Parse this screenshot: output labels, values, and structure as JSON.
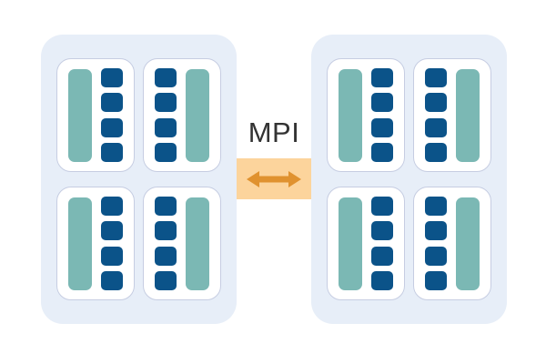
{
  "diagram": {
    "title": "MPI between two multi-core nodes",
    "link": {
      "label": "MPI",
      "arrow_icon": "double-headed-arrow-icon",
      "direction": "bidirectional",
      "box_color": "#fcd49c",
      "arrow_color": "#e0922f",
      "label_color": "#333333"
    },
    "colors": {
      "node_panel": "#e7eef8",
      "socket_card": "#ffffff",
      "socket_border": "#c6cde2",
      "memory_bar": "#7bb8b4",
      "core": "#0b5389",
      "background": "#ffffff"
    },
    "nodes": [
      {
        "id": "node-left",
        "sockets": [
          {
            "id": "socket-left-top-left",
            "memory_bars": 1,
            "cores": 4,
            "layout": "memory-left"
          },
          {
            "id": "socket-left-top-right",
            "memory_bars": 1,
            "cores": 4,
            "layout": "memory-right"
          },
          {
            "id": "socket-left-bottom-left",
            "memory_bars": 1,
            "cores": 4,
            "layout": "memory-left"
          },
          {
            "id": "socket-left-bottom-right",
            "memory_bars": 1,
            "cores": 4,
            "layout": "memory-right"
          }
        ]
      },
      {
        "id": "node-right",
        "sockets": [
          {
            "id": "socket-right-top-left",
            "memory_bars": 1,
            "cores": 4,
            "layout": "memory-left"
          },
          {
            "id": "socket-right-top-right",
            "memory_bars": 1,
            "cores": 4,
            "layout": "memory-right"
          },
          {
            "id": "socket-right-bottom-left",
            "memory_bars": 1,
            "cores": 4,
            "layout": "memory-left"
          },
          {
            "id": "socket-right-bottom-right",
            "memory_bars": 1,
            "cores": 4,
            "layout": "memory-right"
          }
        ]
      }
    ],
    "counts": {
      "nodes": 2,
      "sockets_per_node": 4,
      "cores_per_socket": 4,
      "memory_bars_per_socket": 1
    }
  }
}
